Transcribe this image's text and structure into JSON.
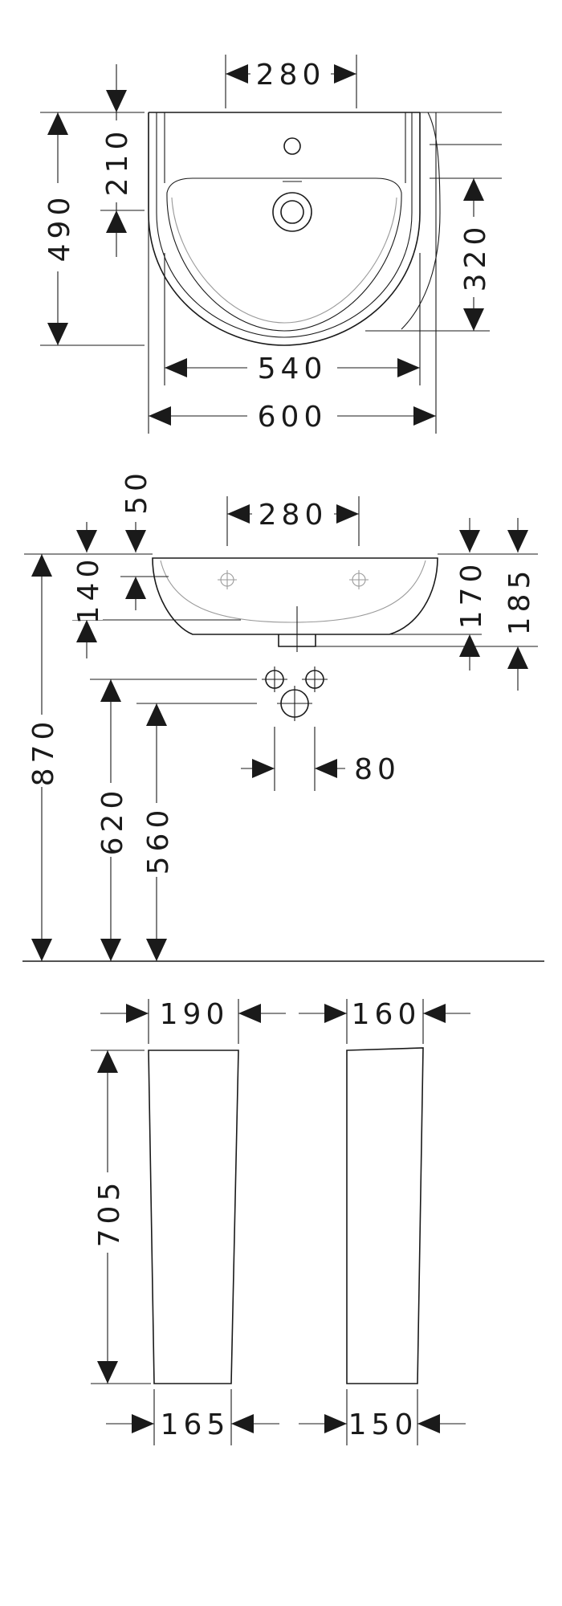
{
  "dimensions": {
    "top_view": {
      "tap_spacing": "280",
      "depth_back": "210",
      "total_depth": "490",
      "bowl_depth": "320",
      "inner_width": "540",
      "outer_width": "600"
    },
    "front_view": {
      "tap_spacing": "280",
      "rim_top": "50",
      "rim_height": "140",
      "side_height": "170",
      "overall_height": "185",
      "mount_height": "870",
      "waste_height": "620",
      "supply_height": "560",
      "supply_spacing": "80"
    },
    "pedestals": {
      "front_top_width": "190",
      "front_bottom_width": "165",
      "side_top_width": "160",
      "side_bottom_width": "150",
      "height": "705"
    }
  }
}
